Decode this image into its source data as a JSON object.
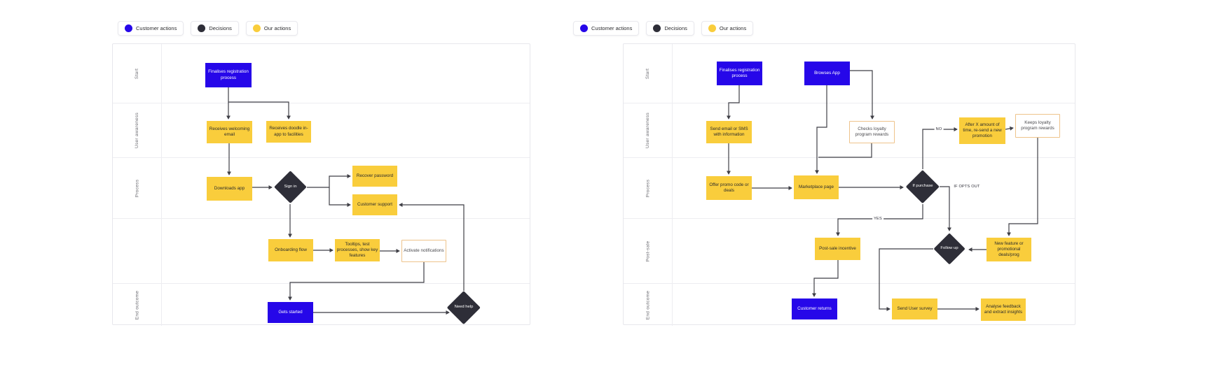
{
  "legend": {
    "items": [
      {
        "id": "customer-actions",
        "label": "Customer actions",
        "color": "#2607e9"
      },
      {
        "id": "decisions",
        "label": "Decisions",
        "color": "#2e2e38"
      },
      {
        "id": "our-actions",
        "label": "Our actions",
        "color": "#f9cd3c"
      }
    ]
  },
  "colors": {
    "customer_action": "#2607e9",
    "decision": "#2e2e38",
    "our_action": "#f9cd3c",
    "note_border": "#eec38b",
    "connector": "#3f3f46",
    "grid_line": "#ededf1",
    "lane_text": "#6e6e74"
  },
  "diagrams": [
    {
      "id": "onboarding-flowchart",
      "lanes": [
        "Start",
        "User awareness",
        "Process",
        "",
        "End outcome"
      ],
      "nodes": [
        {
          "id": "finalises-registration",
          "type": "customer",
          "label": "Finalises registration process"
        },
        {
          "id": "receives-welcoming-email",
          "type": "ours",
          "label": "Receives welcoming email"
        },
        {
          "id": "receives-doodle-in-app",
          "type": "ours",
          "label": "Receives doodle in-app to facilities"
        },
        {
          "id": "downloads-app",
          "type": "ours",
          "label": "Downloads app"
        },
        {
          "id": "sign-in",
          "type": "decision",
          "label": "Sign in"
        },
        {
          "id": "recover-password",
          "type": "ours",
          "label": "Recover password"
        },
        {
          "id": "customer-support",
          "type": "ours",
          "label": "Customer support"
        },
        {
          "id": "onboarding-flow",
          "type": "ours",
          "label": "Onboarding flow"
        },
        {
          "id": "tooltips-test-processes",
          "type": "ours",
          "label": "Tooltips, test processes, show key features"
        },
        {
          "id": "activate-notifications",
          "type": "note",
          "label": "Activate notifications"
        },
        {
          "id": "gets-started",
          "type": "customer",
          "label": "Gets started"
        },
        {
          "id": "need-help",
          "type": "decision",
          "label": "Need help"
        }
      ]
    },
    {
      "id": "purchase-loyalty-flowchart",
      "lanes": [
        "Start",
        "User awareness",
        "Process",
        "Post-sale",
        "End outcome"
      ],
      "nodes": [
        {
          "id": "finalises-registration",
          "type": "customer",
          "label": "Finalises registration process"
        },
        {
          "id": "browses-app",
          "type": "customer",
          "label": "Browses App"
        },
        {
          "id": "send-email-or-sms",
          "type": "ours",
          "label": "Send email or SMS with information"
        },
        {
          "id": "checks-loyalty-rewards",
          "type": "note",
          "label": "Checks loyalty program rewards"
        },
        {
          "id": "resend-new-promotion",
          "type": "ours",
          "label": "After X amount of time, re-send a new promotion"
        },
        {
          "id": "keeps-loyalty-rewards",
          "type": "note",
          "label": "Keeps loyalty program rewards"
        },
        {
          "id": "offer-promo-code",
          "type": "ours",
          "label": "Offer promo code or deals"
        },
        {
          "id": "marketplace-page",
          "type": "ours",
          "label": "Marketplace page"
        },
        {
          "id": "if-purchase",
          "type": "decision",
          "label": "If purchase"
        },
        {
          "id": "post-sale-incentive",
          "type": "ours",
          "label": "Post-sale incentive"
        },
        {
          "id": "follow-up",
          "type": "decision",
          "label": "Follow up"
        },
        {
          "id": "new-feature-or-promo",
          "type": "ours",
          "label": "New feature or promotional deals/prog"
        },
        {
          "id": "customer-returns",
          "type": "customer",
          "label": "Customer returns"
        },
        {
          "id": "send-user-survey",
          "type": "ours",
          "label": "Send User survey"
        },
        {
          "id": "analyse-feedback",
          "type": "ours",
          "label": "Analyse feedback and extract insights"
        }
      ],
      "edge_labels": {
        "no": "NO",
        "yes": "YES",
        "opts_out": "IF OPTS OUT"
      }
    }
  ]
}
